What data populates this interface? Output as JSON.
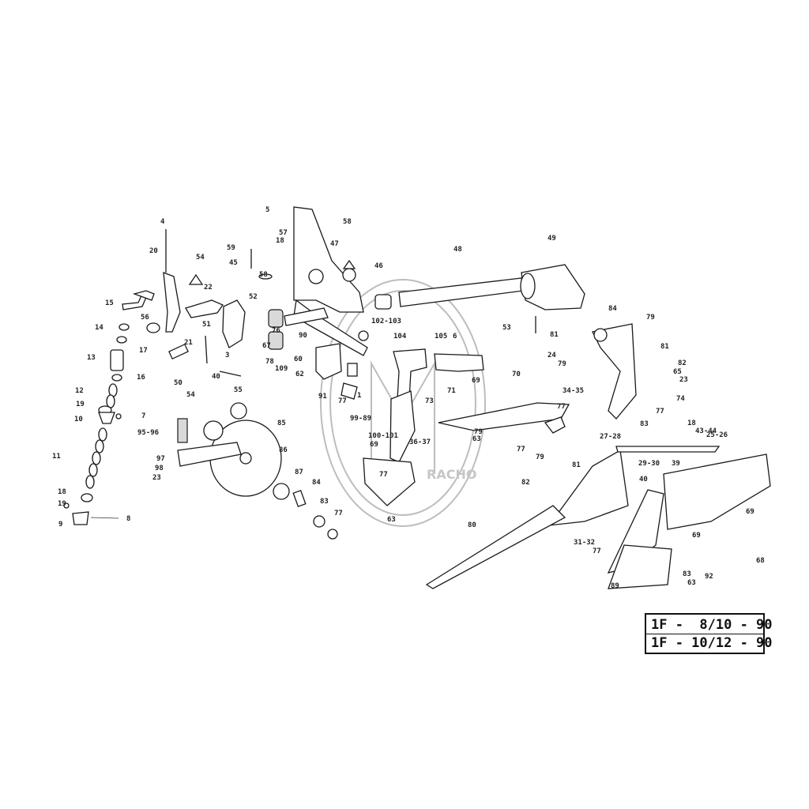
{
  "diagram": {
    "model_lines": [
      "1F -  8/10 - 90",
      "1F - 10/12 - 90"
    ],
    "watermark_text": "RACHO",
    "labels": [
      "4",
      "20",
      "54",
      "15",
      "14",
      "17",
      "13",
      "56",
      "22",
      "51",
      "45",
      "21",
      "3",
      "40",
      "16",
      "12",
      "19",
      "10",
      "7",
      "11",
      "95-96",
      "50",
      "54",
      "55",
      "97",
      "98",
      "23",
      "85",
      "86",
      "87",
      "84",
      "83",
      "77",
      "19",
      "9",
      "18",
      "8",
      "5",
      "57",
      "18",
      "58",
      "47",
      "59",
      "58",
      "48",
      "49",
      "46",
      "53",
      "52",
      "76",
      "67",
      "78",
      "109",
      "60",
      "62",
      "90",
      "102-103",
      "104",
      "105",
      "6",
      "91",
      "1",
      "77",
      "99-89",
      "100-101",
      "36-37",
      "73",
      "71",
      "69",
      "70",
      "34-35",
      "77",
      "79",
      "63",
      "77",
      "79",
      "81",
      "24",
      "79",
      "81",
      "84",
      "79",
      "81",
      "82",
      "65",
      "23",
      "74",
      "77",
      "83",
      "18",
      "43-44",
      "25-26",
      "27-28",
      "29-30",
      "39",
      "40",
      "80",
      "82",
      "69",
      "77",
      "63",
      "31-32",
      "77",
      "89",
      "69",
      "83",
      "92",
      "69",
      "63",
      "68"
    ],
    "colors": {
      "ink": "#1a1a1a",
      "watermark": "#bdbdbd"
    }
  }
}
